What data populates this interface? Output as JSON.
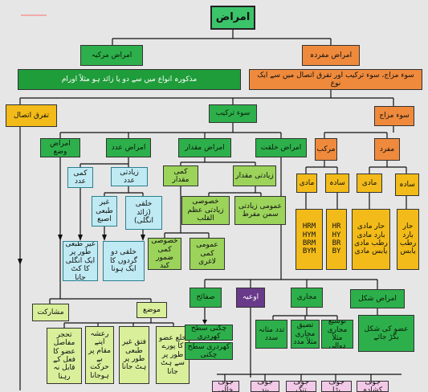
{
  "title": "امراض",
  "top": {
    "murakkaba": "امراض مرکبہ",
    "murakkaba_desc": "مذکورہ انواع میں سے دو یا زائد ہو مثلاً اورام",
    "mufrada": "امراض مفردہ",
    "mufrada_desc": "سوء مزاج، سوء ترکیب اور تفرق اتصال میں سے ایک نوع"
  },
  "tafarruq": "تفرق اتصال",
  "soo_tarkeeb": "سوء ترکیب",
  "soo_mizaj": "سوء مزاج",
  "tarkeeb_children": {
    "waza": "امراض وضع",
    "adad": "امراض عدد",
    "miqdar": "امراض مقدار",
    "khilqat": "امراض خلقت"
  },
  "mizaj_children": {
    "murakkab": "مرکب",
    "mufrad": "مفرد"
  },
  "mizaj_grand": {
    "maddi_a": "مادی",
    "sada_a": "سادہ",
    "maddi_b": "مادی",
    "sada_b": "سادہ"
  },
  "hrm": [
    "HRM",
    "HYM",
    "BRM",
    "BYM"
  ],
  "hr": [
    "HR",
    "HY",
    "BR",
    "BY"
  ],
  "maddi_list": "حار مادی بارد مادی رطب مادی یابس مادی",
  "sada_list": "حار بارد رطب یابس",
  "adad_children": {
    "kami": "کمی عدد",
    "ziyadati": "زیادتی عدد"
  },
  "adad_grand": {
    "ghair_tabai": "غیر طبعی اصبع",
    "khilqi": "خلقی (زائد انگلی)"
  },
  "adad_bottom": {
    "ghair_tabai": "غیر طبعی طور پر ایک انگلی کا کٹ جانا",
    "khilqi": "خلقی دو گردوں کا ایک ہونا"
  },
  "miqdar_children": {
    "kami": "کمی مقدار",
    "ziyadati": "زیادتی مقدار"
  },
  "miqdar_grand": {
    "khusoosi_ziyadati": "خصوصی زیادتی عظم القلب",
    "umoomi_ziyadati": "عمومی زیادتی سمن مفرط",
    "khusoosi_kami": "خصوصی کمی ضمور کبد",
    "umoomi_kami": "عمومی کمی لاغری"
  },
  "waza_children": {
    "musharakat": "مشارکت",
    "mauza": "موضع"
  },
  "waza_grand": {
    "tajjur": "تحجر مفاصل عضو کا فعل کے قابل نہ رہنا",
    "raasha": "رعشہ اپنے مقام پر بے حرکت ہوجانا",
    "fatq": "فتق غیر طبعی طور پر ہٹ جانا",
    "khala": "خلع عضو کا پورے طور پر سے ہٹ جانا"
  },
  "lower": {
    "safah": "صفائح",
    "auiya": "اوعیہ",
    "majari": "مجاری",
    "ashkal": "امراض شکل"
  },
  "lower_grand": {
    "safah_1": "چکنی سطح کھردری",
    "safah_2": "کھردری سطح چکنی",
    "tadad": "تدد مثانہ سدد",
    "tazeeq": "تضیق مجاری مثلاً مدد",
    "tausee": "توسیع مجاری مثلاً دوالی",
    "ashkal_desc": "عضو کی شکل بگڑ جائے"
  },
  "bottom_row": [
    "جوف خالی",
    "جوف بند",
    "جوف تنگ",
    "جوف بڑا",
    "جوف کشادہ"
  ]
}
